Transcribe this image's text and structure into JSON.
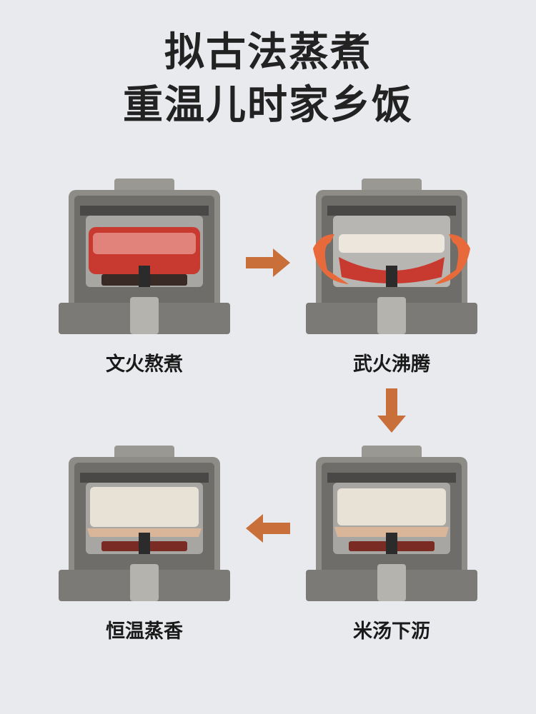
{
  "headline": {
    "line1": "拟古法蒸煮",
    "line2": "重温儿时家乡饭"
  },
  "steps": [
    {
      "label": "文火熬煮",
      "icon": "rice-cooker-low-heat-illustration"
    },
    {
      "label": "武火沸腾",
      "icon": "rice-cooker-high-heat-illustration"
    },
    {
      "label": "恒温蒸香",
      "icon": "rice-cooker-keep-warm-illustration"
    },
    {
      "label": "米汤下沥",
      "icon": "rice-cooker-drain-illustration"
    }
  ],
  "colors": {
    "background": "#e8eaee",
    "arrow": "#c9703a",
    "heat_red": "#c8392f",
    "heat_orange": "#e86a3a",
    "text": "#1a1a1a"
  }
}
